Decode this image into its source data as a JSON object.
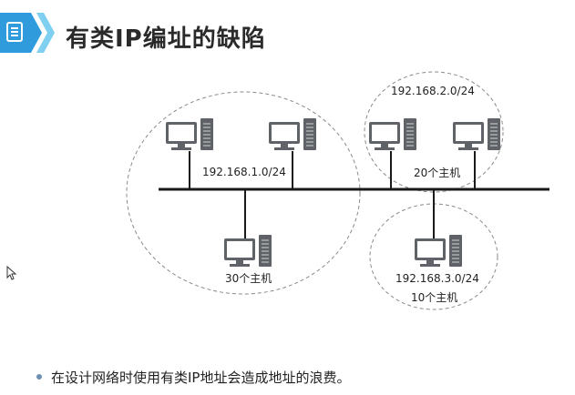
{
  "slide": {
    "title": "有类IP编址的缺陷",
    "bullet": "在设计网络时使用有类IP地址会造成地址的浪费。"
  },
  "network": {
    "subnet_1": {
      "address": "192.168.1.0/24",
      "hosts": "30个主机"
    },
    "subnet_2": {
      "address": "192.168.2.0/24",
      "hosts": "20个主机"
    },
    "subnet_3": {
      "address": "192.168.3.0/24",
      "hosts": "10个主机"
    }
  },
  "colors": {
    "accent": "#2f9bdc",
    "badge_light": "#7fd0f0",
    "bus_line": "#1a1a1a",
    "dashed_boundary": "#8a8a8a",
    "computer_gray": "#5f6367"
  },
  "icons": [
    "document-icon",
    "computer-icon",
    "mouse-cursor-icon"
  ]
}
